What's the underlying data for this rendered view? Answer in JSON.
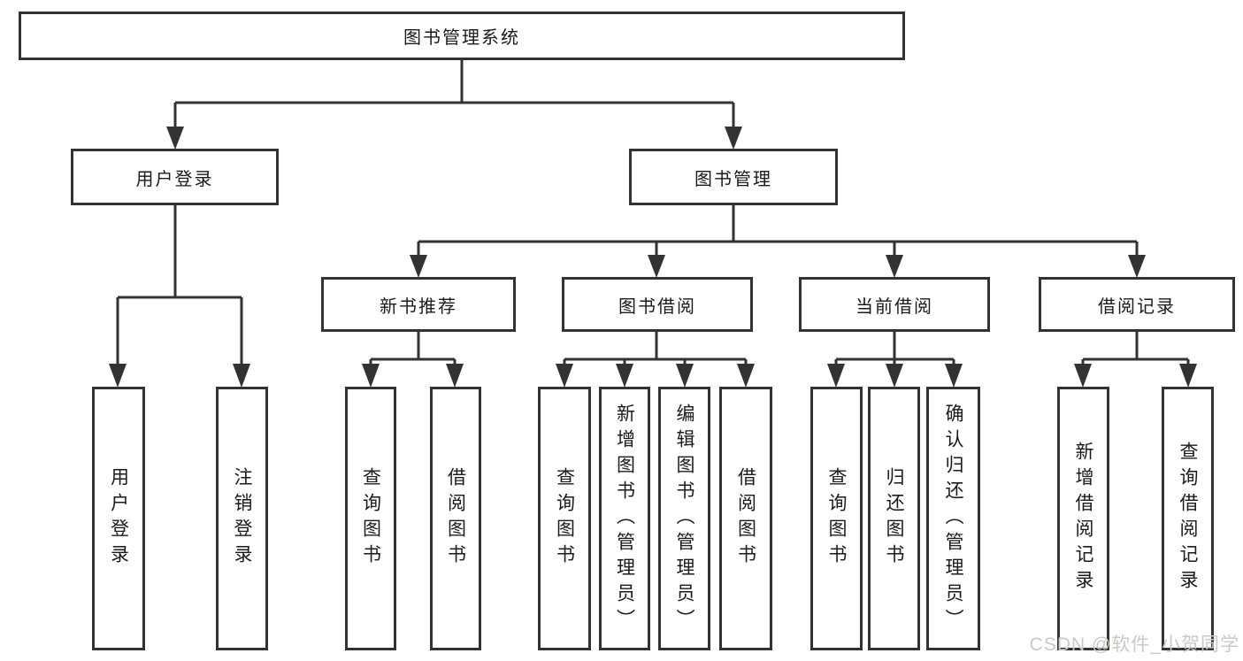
{
  "tree": {
    "label": "图书管理系统",
    "children": [
      {
        "label": "用户登录",
        "children": [
          {
            "label": "用户登录"
          },
          {
            "label": "注销登录"
          }
        ]
      },
      {
        "label": "图书管理",
        "children": [
          {
            "label": "新书推荐",
            "children": [
              {
                "label": "查询图书"
              },
              {
                "label": "借阅图书"
              }
            ]
          },
          {
            "label": "图书借阅",
            "children": [
              {
                "label": "查询图书"
              },
              {
                "label": "新增图书（管理员）"
              },
              {
                "label": "编辑图书（管理员）"
              },
              {
                "label": "借阅图书"
              }
            ]
          },
          {
            "label": "当前借阅",
            "children": [
              {
                "label": "查询图书"
              },
              {
                "label": "归还图书"
              },
              {
                "label": "确认归还（管理员）"
              }
            ]
          },
          {
            "label": "借阅记录",
            "children": [
              {
                "label": "新增借阅记录"
              },
              {
                "label": "查询借阅记录"
              }
            ]
          }
        ]
      }
    ]
  },
  "watermark": {
    "text": "CSDN @软件_小贺同学"
  },
  "colors": {
    "line": "#333333",
    "text": "#1a1a1a",
    "background": "#ffffff",
    "watermark": "#ccc8c8"
  }
}
